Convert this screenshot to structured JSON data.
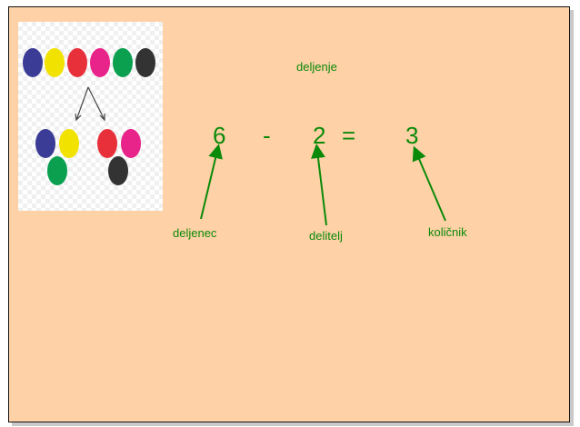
{
  "title": "deljenje",
  "equation": {
    "dividend": "6",
    "operator": "-",
    "divisor": "2",
    "equals": "=",
    "quotient": "3"
  },
  "labels": {
    "dividend": "deljenec",
    "divisor": "delitelj",
    "quotient": "količnik"
  },
  "colors": {
    "background": "#ffd1a6",
    "text": "#0a8a0a",
    "ellipses": [
      "#3b3c96",
      "#f2e200",
      "#e8303a",
      "#e8238a",
      "#0aa050",
      "#333333"
    ]
  }
}
